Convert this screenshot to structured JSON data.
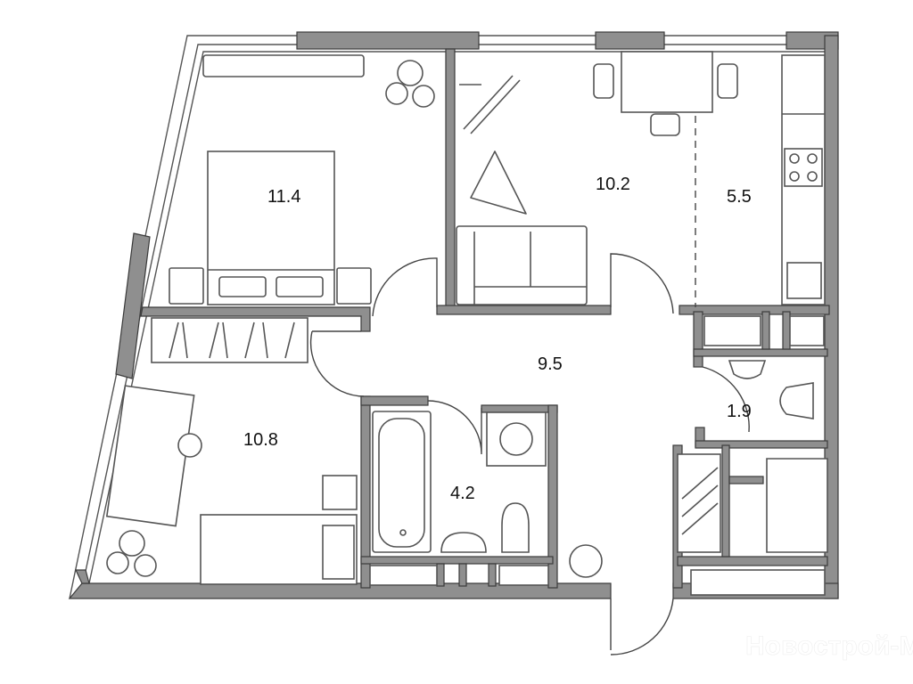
{
  "plan": {
    "rooms": [
      {
        "name": "bedroom",
        "area": "11.4"
      },
      {
        "name": "living-room",
        "area": "10.2"
      },
      {
        "name": "kitchen",
        "area": "5.5"
      },
      {
        "name": "hallway",
        "area": "9.5"
      },
      {
        "name": "second-bedroom",
        "area": "10.8"
      },
      {
        "name": "bathroom",
        "area": "4.2"
      },
      {
        "name": "toilet",
        "area": "1.9"
      }
    ],
    "watermark": "Новострой-М"
  },
  "colors": {
    "wall": "#8f8f8f",
    "outline": "#3a3a3a",
    "furniture": "#555555"
  }
}
